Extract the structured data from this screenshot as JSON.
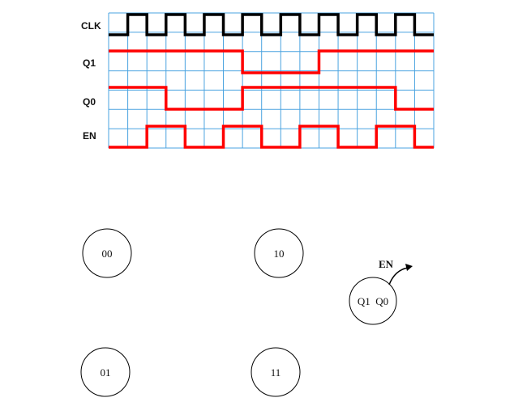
{
  "timing": {
    "signals": [
      {
        "name": "CLK",
        "color": "#000000",
        "levels": [
          0,
          1,
          0,
          1,
          0,
          1,
          0,
          1,
          0,
          1,
          0,
          1,
          0,
          1,
          0,
          1,
          0
        ]
      },
      {
        "name": "Q1",
        "color": "#ff0000",
        "levels": [
          1,
          1,
          1,
          1,
          1,
          1,
          1,
          0,
          0,
          0,
          0,
          1,
          1,
          1,
          1,
          1,
          1
        ]
      },
      {
        "name": "Q0",
        "color": "#ff0000",
        "levels": [
          1,
          1,
          1,
          0,
          0,
          0,
          0,
          1,
          1,
          1,
          1,
          1,
          1,
          1,
          1,
          0,
          0
        ]
      },
      {
        "name": "EN",
        "color": "#ff0000",
        "levels": [
          0,
          0,
          1,
          1,
          0,
          0,
          1,
          1,
          0,
          0,
          1,
          1,
          0,
          0,
          1,
          1,
          0
        ]
      }
    ],
    "grid_color": "#4aa3e0"
  },
  "states": [
    {
      "id": "s00",
      "label": "00"
    },
    {
      "id": "s10",
      "label": "10"
    },
    {
      "id": "s01",
      "label": "01"
    },
    {
      "id": "s11",
      "label": "11"
    }
  ],
  "legend": {
    "output": "EN",
    "inside": "Q1  Q0"
  }
}
